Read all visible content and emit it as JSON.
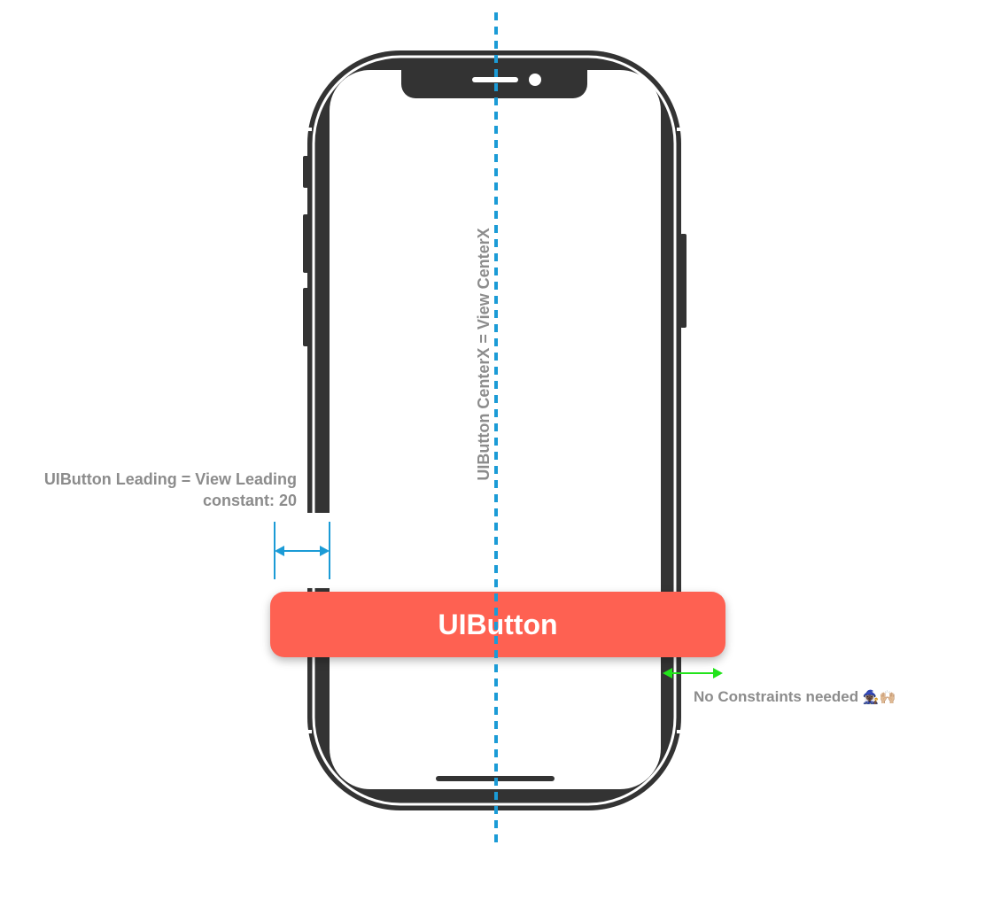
{
  "diagram": {
    "colors": {
      "phone_body": "#333333",
      "center_guide": "#1b9bd6",
      "leading_arrow": "#1b9bd6",
      "trailing_arrow": "#22e31b",
      "button_fill": "#fe6152",
      "button_text": "#ffffff",
      "label_text": "#8c8c8c"
    },
    "button_label": "UIButton",
    "center_constraint_label": "UIButton CenterX = View CenterX",
    "leading_constraint": {
      "line1": "UIButton Leading = View Leading",
      "line2": "constant: 20"
    },
    "trailing_note": {
      "text": "No Constraints needed",
      "emoji": "🧙🏿‍♀️🙌🏼"
    }
  }
}
